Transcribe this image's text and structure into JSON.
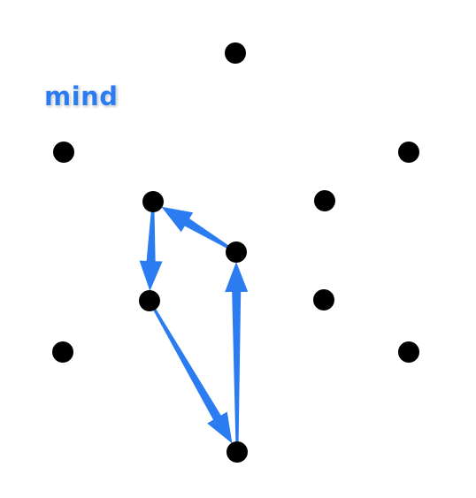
{
  "label": "mind",
  "colors": {
    "background": "#ffffff",
    "dot": "#000000",
    "arrow": "#2a7cf0",
    "label": "#2a7cf0"
  },
  "dots": [
    {
      "id": "top"
    },
    {
      "id": "upper-left"
    },
    {
      "id": "upper-right"
    },
    {
      "id": "inner-upper-left"
    },
    {
      "id": "inner-upper-right"
    },
    {
      "id": "center"
    },
    {
      "id": "inner-lower-left"
    },
    {
      "id": "inner-lower-right"
    },
    {
      "id": "lower-left"
    },
    {
      "id": "lower-right"
    },
    {
      "id": "bottom"
    }
  ],
  "arrows": [
    {
      "from": "center",
      "to": "inner-upper-left"
    },
    {
      "from": "inner-upper-left",
      "to": "inner-lower-left"
    },
    {
      "from": "inner-lower-left",
      "to": "bottom"
    },
    {
      "from": "bottom",
      "to": "center"
    }
  ]
}
